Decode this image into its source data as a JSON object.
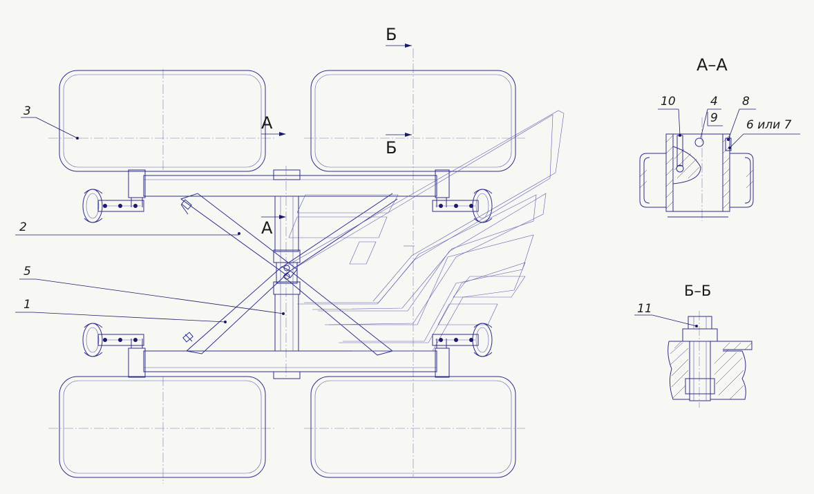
{
  "drawing": {
    "section_marks": {
      "b_top": "Б",
      "b_mid": "Б",
      "a_top": "А",
      "a_mid": "А"
    },
    "sections": {
      "aa_title": "А–А",
      "bb_title": "Б–Б"
    },
    "callouts": {
      "c1": "1",
      "c2": "2",
      "c3": "3",
      "c4": "4",
      "c5": "5",
      "c6or7": "6 или 7",
      "c8": "8",
      "c9": "9",
      "c10": "10",
      "c11": "11"
    }
  },
  "colors": {
    "line": "#2b2b8f",
    "text": "#1a1a1a",
    "background": "#f7f8f3"
  }
}
